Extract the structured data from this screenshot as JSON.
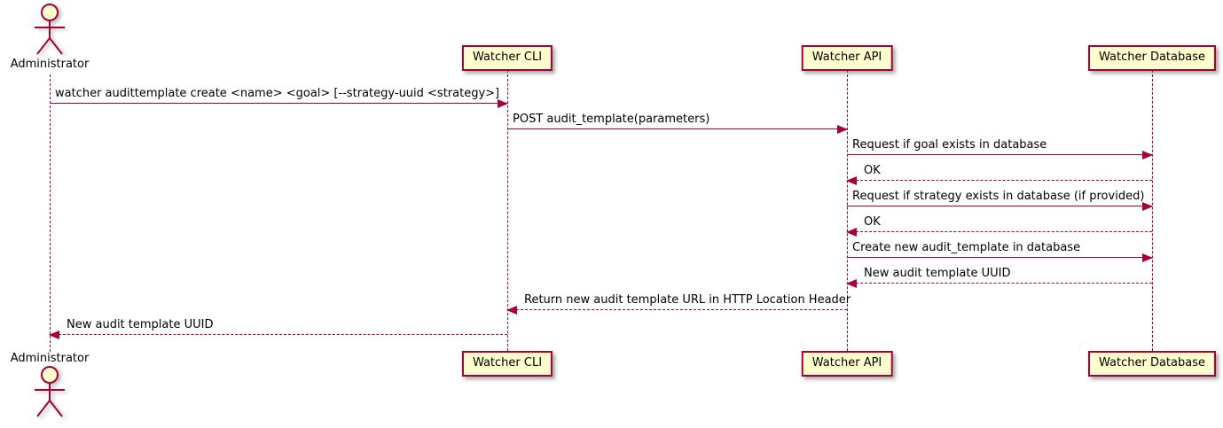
{
  "diagram": {
    "kind": "uml-sequence-diagram",
    "colors": {
      "participant_fill": "#FEFECE",
      "line_color": "#A80036",
      "text_color": "#000000",
      "background": "#FFFFFF"
    },
    "actor": {
      "name": "Administrator"
    },
    "participants": [
      {
        "label": "Watcher CLI"
      },
      {
        "label": "Watcher API"
      },
      {
        "label": "Watcher Database"
      }
    ],
    "messages": [
      {
        "from": "Administrator",
        "to": "Watcher CLI",
        "line": "solid",
        "text": "watcher audittemplate create <name> <goal> [--strategy-uuid <strategy>]"
      },
      {
        "from": "Watcher CLI",
        "to": "Watcher API",
        "line": "solid",
        "text": "POST audit_template(parameters)"
      },
      {
        "from": "Watcher API",
        "to": "Watcher Database",
        "line": "solid",
        "text": "Request if goal exists in database"
      },
      {
        "from": "Watcher Database",
        "to": "Watcher API",
        "line": "dashed",
        "text": "OK"
      },
      {
        "from": "Watcher API",
        "to": "Watcher Database",
        "line": "solid",
        "text": "Request if strategy exists in database (if provided)"
      },
      {
        "from": "Watcher Database",
        "to": "Watcher API",
        "line": "dashed",
        "text": "OK"
      },
      {
        "from": "Watcher API",
        "to": "Watcher Database",
        "line": "solid",
        "text": "Create new audit_template in database"
      },
      {
        "from": "Watcher Database",
        "to": "Watcher API",
        "line": "dashed",
        "text": "New audit template UUID"
      },
      {
        "from": "Watcher API",
        "to": "Watcher CLI",
        "line": "dashed",
        "text": "Return new audit template URL in HTTP Location Header"
      },
      {
        "from": "Watcher CLI",
        "to": "Administrator",
        "line": "dashed",
        "text": "New audit template UUID"
      }
    ]
  }
}
